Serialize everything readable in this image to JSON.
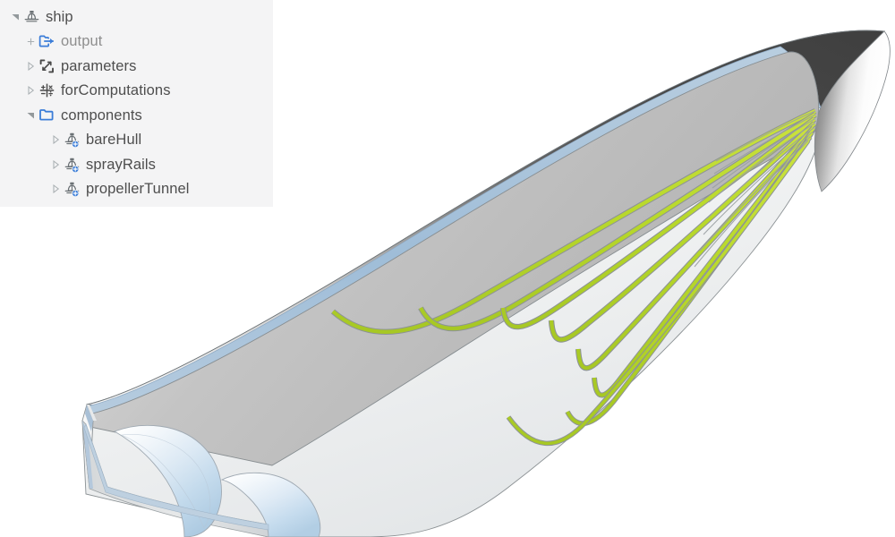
{
  "app": {
    "title": "ship"
  },
  "tree": {
    "name": "model-tree",
    "nodes": [
      {
        "id": "ship",
        "label": "ship",
        "icon": "ship-icon",
        "twisty": "expanded",
        "depth": 1,
        "muted": false
      },
      {
        "id": "output",
        "label": "output",
        "icon": "output-export-icon",
        "twisty": "plus",
        "depth": 2,
        "muted": true
      },
      {
        "id": "parameters",
        "label": "parameters",
        "icon": "parameters-resize-icon",
        "twisty": "collapsed",
        "depth": 2,
        "muted": false
      },
      {
        "id": "forComputations",
        "label": "forComputations",
        "icon": "math-operators-icon",
        "twisty": "collapsed",
        "depth": 2,
        "muted": false
      },
      {
        "id": "components",
        "label": "components",
        "icon": "folder-icon",
        "twisty": "expanded",
        "depth": 2,
        "muted": false
      },
      {
        "id": "bareHull",
        "label": "bareHull",
        "icon": "ship-add-icon",
        "twisty": "collapsed",
        "depth": 3,
        "muted": false
      },
      {
        "id": "sprayRails",
        "label": "sprayRails",
        "icon": "ship-add-icon",
        "twisty": "collapsed",
        "depth": 3,
        "muted": false
      },
      {
        "id": "propellerTunnel",
        "label": "propellerTunnel",
        "icon": "ship-add-icon",
        "twisty": "collapsed",
        "depth": 3,
        "muted": false
      }
    ]
  },
  "viewport": {
    "name": "3d-model-viewport",
    "model": "ship-hull",
    "features": [
      "bare-hull",
      "spray-rails",
      "propeller-tunnels",
      "chine-line"
    ],
    "spray_rail_count": 8,
    "propeller_tunnel_count": 2
  },
  "colors": {
    "panel_background": "#f4f4f5",
    "label_text": "#4e4e4e",
    "label_text_muted": "#8e8e8e",
    "icon_blue": "#3b7dd8",
    "icon_dark": "#4a4a4a",
    "chine_blue": "#a8c4de",
    "spray_rail_green": "#b8d82c",
    "deck_dark": "#454545",
    "hull_inner_gray": "#c3c3c3",
    "hull_outer_white": "#f2f3f3",
    "tunnel_blue": "#cfe0ef",
    "outline_gray": "#7d8387"
  }
}
